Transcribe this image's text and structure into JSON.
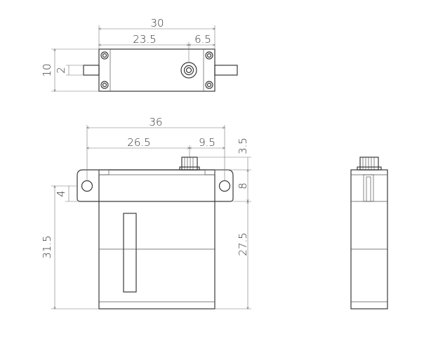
{
  "dimensions": {
    "top_width": "30",
    "top_hole_spacing": "23.5",
    "top_shaft_offset": "6.5",
    "top_height": "10",
    "top_tab": "2",
    "front_overall_width": "36",
    "front_hole_to_shaft": "26.5",
    "front_shaft_to_hole": "9.5",
    "front_spline_height": "3.5",
    "front_flange_height": "8",
    "front_hole_offset": "4",
    "front_total_height": "31.5",
    "front_body_height": "27.5"
  },
  "colors": {
    "line": "#3a3a3a",
    "background": "#ffffff"
  }
}
